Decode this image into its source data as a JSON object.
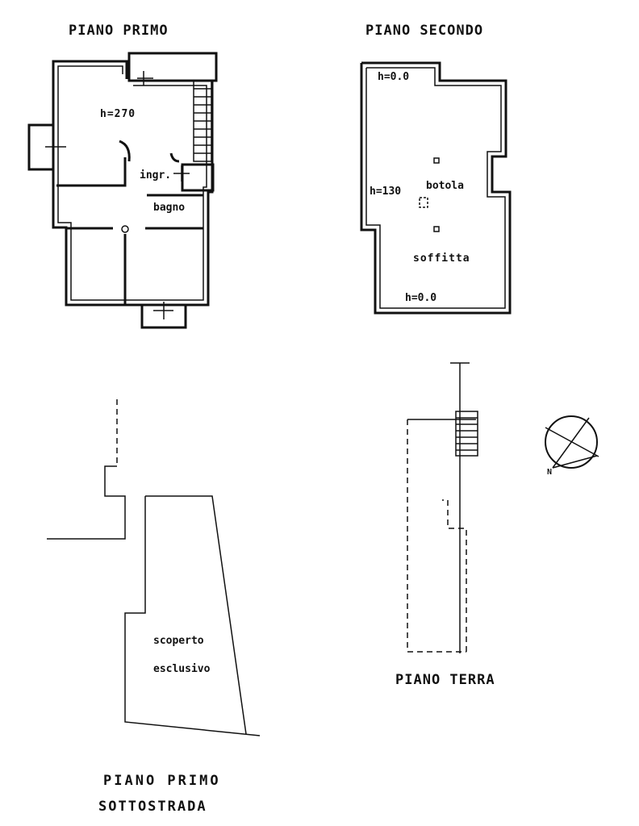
{
  "titles": {
    "piano_primo": "PIANO PRIMO",
    "piano_secondo": "PIANO SECONDO",
    "piano_terra": "PIANO TERRA",
    "piano_primo_sottostrada_1": "PIANO PRIMO",
    "piano_primo_sottostrada_2": "SOTTOSTRADA"
  },
  "piano_primo": {
    "height": "h=270",
    "ingresso": "ingr.",
    "bagno": "bagno"
  },
  "piano_secondo": {
    "h_top": "h=0.0",
    "h_mid": "h=130",
    "botola": "botola",
    "soffitta": "soffitta",
    "h_bottom": "h=0.0"
  },
  "sottostrada": {
    "line1": "scoperto",
    "line2": "esclusivo"
  },
  "compass": {
    "north": "N"
  }
}
